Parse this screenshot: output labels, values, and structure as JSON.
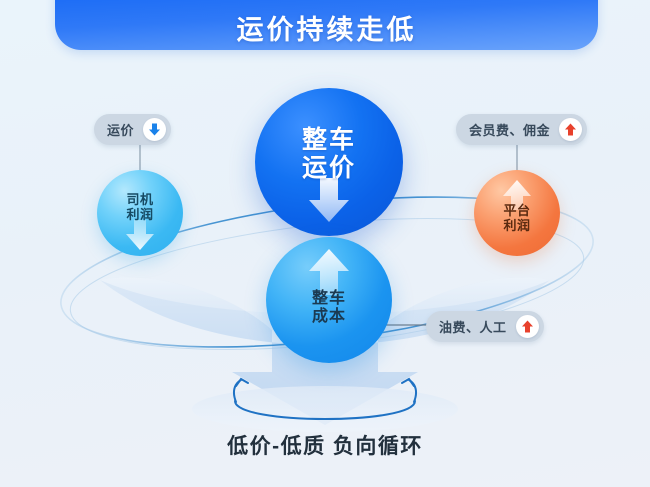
{
  "banner": {
    "title": "运价持续走低",
    "bg_color_start": "#1769f5",
    "bg_color_end": "#6ba4fb",
    "text_color": "#ffffff"
  },
  "page": {
    "background_color": "#eaf4fb"
  },
  "spheres": [
    {
      "id": "main",
      "label": "整车\n运价",
      "meaning": "full-truckload freight rate",
      "arrow": "down-arrow-icon",
      "arrow_direction": "down",
      "color": "#1372f2",
      "text_color": "#ffffff"
    },
    {
      "id": "cost",
      "label": "整车\n成本",
      "meaning": "full-truckload cost",
      "arrow": "up-arrow-icon",
      "arrow_direction": "up",
      "color": "#42b4f7",
      "text_color": "#1b3a52"
    },
    {
      "id": "driver",
      "label": "司机\n利润",
      "meaning": "driver profit",
      "arrow": "down-arrow-icon",
      "arrow_direction": "down",
      "color": "#3bb9f3",
      "text_color": "#164a63"
    },
    {
      "id": "platform",
      "label": "平台\n利润",
      "meaning": "platform profit",
      "arrow": "up-arrow-icon",
      "arrow_direction": "up",
      "color": "#f4763f",
      "text_color": "#5a2a10"
    }
  ],
  "pills": [
    {
      "id": "freight",
      "label": "运价",
      "icon": "arrow-down-icon",
      "icon_direction": "down",
      "icon_color": "#1a82ea"
    },
    {
      "id": "fees",
      "label": "会员费、佣金",
      "icon": "arrow-up-icon",
      "icon_direction": "up",
      "icon_color": "#e8412c"
    },
    {
      "id": "fuel",
      "label": "油费、人工",
      "icon": "arrow-up-icon",
      "icon_direction": "up",
      "icon_color": "#e8412c"
    }
  ],
  "caption": {
    "text": "低价-低质 负向循环",
    "meaning": "low price - low quality negative cycle",
    "color": "#22303d"
  },
  "decorations": {
    "funnel": "downward-funnel-arrow",
    "orbit": "elliptical-orbit-ring",
    "loop": "negative-cycle-loop-arrows",
    "orbit_color": "#4d9ad8"
  }
}
